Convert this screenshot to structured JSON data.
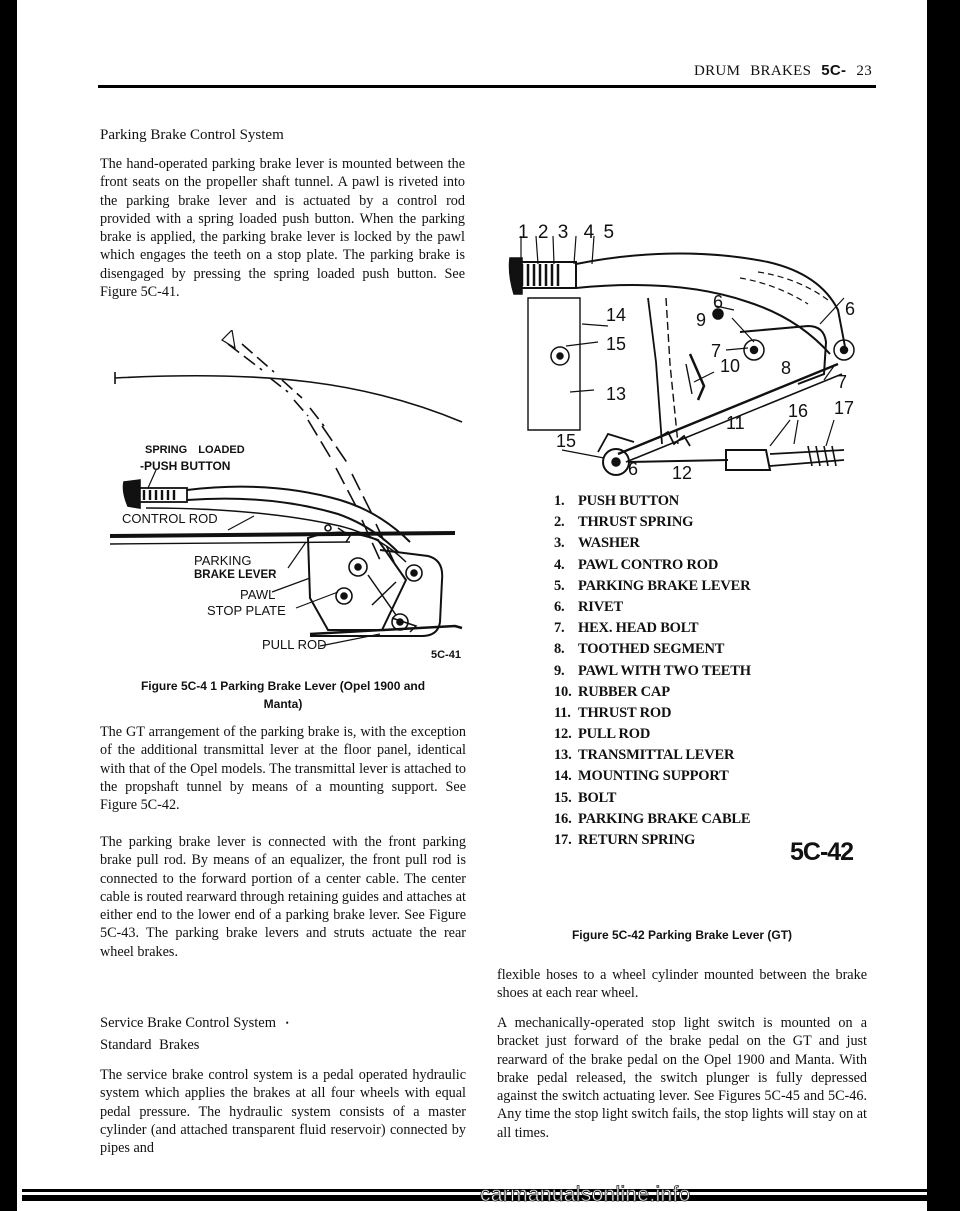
{
  "header": {
    "title": "DRUM BRAKES",
    "section": "5C-",
    "page": "23"
  },
  "left": {
    "heading1": "Parking Brake Control System",
    "para1": "The hand-operated parking brake lever is mounted between the front seats on the propeller shaft tunnel. A pawl is riveted into the parking brake lever and is actuated by a control rod provided with a spring loaded push button. When the parking brake is applied, the parking brake lever is locked by the pawl which engages the teeth on a stop plate. The parking brake is disengaged by pressing the spring loaded push button. See Figure 5C-41.",
    "figure41": {
      "labels": {
        "spring_loaded": "SPRING LOADED",
        "push_button": "PUSH BUTTON",
        "control_rod": "CONTROL ROD",
        "parking": "PARKING",
        "brake_lever": "BRAKE LEVER",
        "pawl": "PAWL",
        "stop_plate": "STOP PLATE",
        "pull_rod": "PULL ROD",
        "code": "5C-41"
      },
      "caption_line1": "Figure 5C-4 1 Parking Brake Lever (Opel 1900 and",
      "caption_line2": "Manta)"
    },
    "para2": "The GT arrangement of the parking brake is, with the exception of the additional transmittal lever at the floor panel, identical with that of the Opel models. The transmittal lever is attached to the propshaft tunnel by means of a mounting support. See Figure 5C-42.",
    "para3": "The parking brake lever is connected with the front parking brake pull rod. By means of an equalizer, the front pull rod is connected to the forward portion of a center cable. The center cable is routed rearward through retaining guides and attaches at either end to the lower end of a parking brake lever. See Figure 5C-43. The parking brake levers and struts actuate the rear wheel brakes.",
    "heading2": "Service Brake Control System",
    "heading2_mark": "•",
    "heading3": "Standard Brakes",
    "para4": "The service brake control system is a pedal operated hydraulic system which applies the brakes at all four wheels with equal pedal pressure. The hydraulic system consists of a master cylinder (and attached transparent fluid reservoir) connected by pipes and"
  },
  "right": {
    "figure42": {
      "callouts": [
        "1",
        "2",
        "3",
        "4",
        "5",
        "6",
        "6",
        "6",
        "7",
        "7",
        "8",
        "9",
        "10",
        "11",
        "12",
        "13",
        "14",
        "15",
        "15",
        "16",
        "17"
      ],
      "parts": [
        {
          "num": "1.",
          "name": "PUSH BUTTON"
        },
        {
          "num": "2.",
          "name": "THRUST SPRING"
        },
        {
          "num": "3.",
          "name": "WASHER"
        },
        {
          "num": "4.",
          "name": "PAWL CONTRO ROD"
        },
        {
          "num": "5.",
          "name": "PARKING BRAKE LEVER"
        },
        {
          "num": "6.",
          "name": "RIVET"
        },
        {
          "num": "7.",
          "name": "HEX. HEAD BOLT"
        },
        {
          "num": "8.",
          "name": "TOOTHED SEGMENT"
        },
        {
          "num": "9.",
          "name": "PAWL WITH TWO TEETH"
        },
        {
          "num": "10.",
          "name": "RUBBER CAP"
        },
        {
          "num": "11.",
          "name": "THRUST ROD"
        },
        {
          "num": "12.",
          "name": "PULL ROD"
        },
        {
          "num": "13.",
          "name": "TRANSMITTAL LEVER"
        },
        {
          "num": "14.",
          "name": "MOUNTING SUPPORT"
        },
        {
          "num": "15.",
          "name": "BOLT"
        },
        {
          "num": "16.",
          "name": "PARKING BRAKE CABLE"
        },
        {
          "num": "17.",
          "name": "RETURN SPRING"
        }
      ],
      "code": "5C-42",
      "caption": "Figure 5C-42 Parking Brake Lever (GT)"
    },
    "para1": "flexible hoses to a wheel cylinder mounted between the brake shoes at each rear wheel.",
    "para2": "A mechanically-operated stop light switch is mounted on a bracket just forward of the brake pedal on the GT and just rearward of the brake pedal on the Opel 1900 and Manta. With brake pedal released, the switch plunger is fully depressed against the switch actuating lever. See Figures 5C-45 and 5C-46. Any time the stop light switch fails, the stop lights will stay on at all times."
  },
  "footer": {
    "watermark": "carmanualsonline.info"
  }
}
